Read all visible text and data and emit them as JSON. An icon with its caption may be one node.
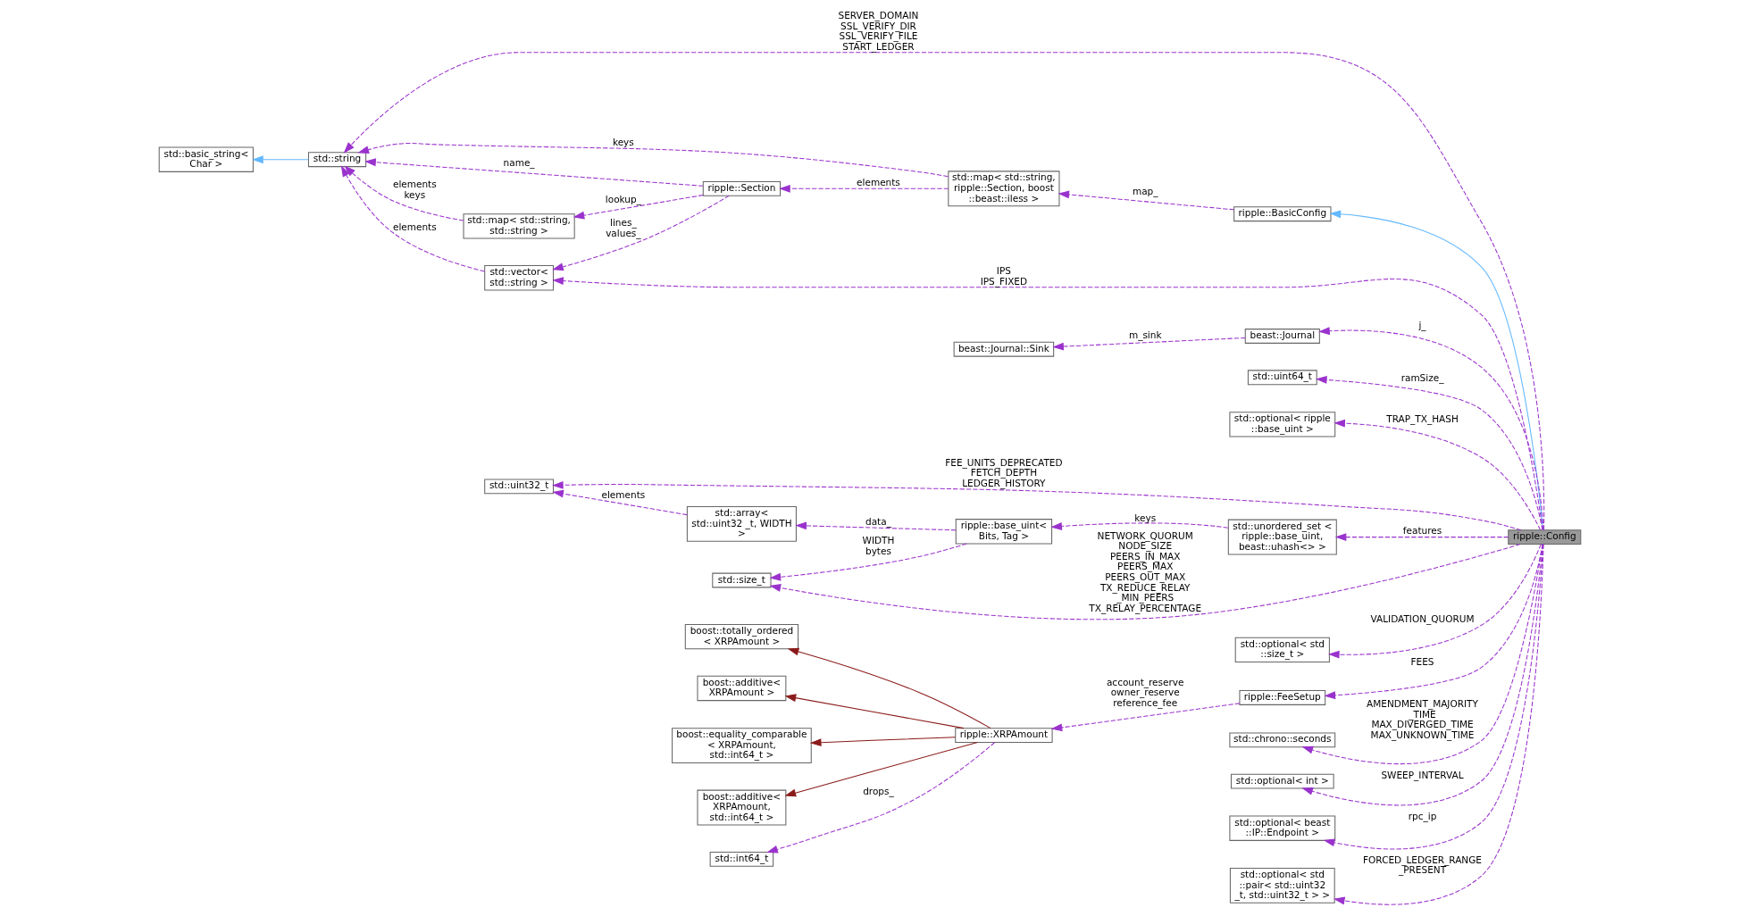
{
  "diagram": {
    "nodes": [
      {
        "text": [
          "ripple::Config"
        ]
      },
      {
        "text": [
          "ripple::BasicConfig"
        ]
      },
      {
        "text": [
          "std::map< std::string, ripple::Section, boost ::beast::iless >"
        ]
      },
      {
        "text": [
          "ripple::Section"
        ]
      },
      {
        "text": [
          "std::string"
        ]
      },
      {
        "text": [
          "std::basic_string< Char >"
        ]
      },
      {
        "text": [
          "std::map< std::string, std::string >"
        ]
      },
      {
        "text": [
          "std::vector< std::string >"
        ]
      },
      {
        "text": [
          "beast::Journal"
        ]
      },
      {
        "text": [
          "beast::Journal::Sink"
        ]
      },
      {
        "text": [
          "std::uint64_t"
        ]
      },
      {
        "text": [
          "std::optional< ripple ::base_uint >"
        ]
      },
      {
        "text": [
          "std::uint32_t"
        ]
      },
      {
        "text": [
          "std::array< std::uint32 _t, WIDTH >"
        ]
      },
      {
        "text": [
          "ripple::base_uint< Bits, Tag >"
        ]
      },
      {
        "text": [
          "std::unordered_set < ripple::base_uint, beast::uhash<> >"
        ]
      },
      {
        "text": [
          "std::size_t"
        ]
      },
      {
        "text": [
          "std::optional< std ::size_t >"
        ]
      },
      {
        "text": [
          "ripple::FeeSetup"
        ]
      },
      {
        "text": [
          "ripple::XRPAmount"
        ]
      },
      {
        "text": [
          "boost::totally_ordered < XRPAmount >"
        ]
      },
      {
        "text": [
          "boost::additive< XRPAmount >"
        ]
      },
      {
        "text": [
          "boost::equality_comparable < XRPAmount, std::int64_t >"
        ]
      },
      {
        "text": [
          "boost::additive< XRPAmount, std::int64_t >"
        ]
      },
      {
        "text": [
          "std::int64_t"
        ]
      },
      {
        "text": [
          "std::chrono::seconds"
        ]
      },
      {
        "text": [
          "std::optional< int >"
        ]
      },
      {
        "text": [
          "std::optional< beast ::IP::Endpoint >"
        ]
      },
      {
        "text": [
          "std::optional< std ::pair< std::uint32 _t, std::uint32_t > >"
        ]
      }
    ],
    "edges": [
      {
        "from": 0,
        "to": 4,
        "arrow": "to",
        "style": "dashed",
        "label": "SERVER_DOMAIN SSL_VERIFY_DIR SSL_VERIFY_FILE START_LEDGER"
      },
      {
        "from": 0,
        "to": 1,
        "arrow": "to",
        "color": "#63b8ff"
      },
      {
        "from": 1,
        "to": 2,
        "arrow": "to",
        "style": "dashed",
        "label": "map_"
      },
      {
        "from": 2,
        "to": 4,
        "arrow": "to",
        "style": "dashed",
        "label": "keys"
      },
      {
        "from": 2,
        "to": 3,
        "arrow": "to",
        "style": "dashed",
        "label": "elements"
      },
      {
        "from": 3,
        "to": 4,
        "arrow": "to",
        "style": "dashed",
        "label": "name_"
      },
      {
        "from": 3,
        "to": 6,
        "arrow": "to",
        "style": "dashed",
        "label": "lookup_"
      },
      {
        "from": 3,
        "to": 7,
        "arrow": "to",
        "style": "dashed",
        "label": "lines_ values_"
      },
      {
        "from": 6,
        "to": 4,
        "arrow": "to",
        "style": "dashed",
        "label": "elements keys"
      },
      {
        "from": 7,
        "to": 4,
        "arrow": "to",
        "style": "dashed",
        "label": "elements"
      },
      {
        "from": 4,
        "to": 5,
        "arrow": "to",
        "color": "#63b8ff"
      },
      {
        "from": 0,
        "to": 7,
        "arrow": "to",
        "style": "dashed",
        "label": "IPS IPS_FIXED"
      },
      {
        "from": 0,
        "to": 8,
        "arrow": "to",
        "style": "dashed",
        "label": "j_"
      },
      {
        "from": 8,
        "to": 9,
        "arrow": "to",
        "style": "dashed",
        "label": "m_sink"
      },
      {
        "from": 0,
        "to": 10,
        "arrow": "to",
        "style": "dashed",
        "label": "ramSize_"
      },
      {
        "from": 0,
        "to": 11,
        "arrow": "to",
        "style": "dashed",
        "label": "TRAP_TX_HASH"
      },
      {
        "from": 0,
        "to": 12,
        "arrow": "to",
        "style": "dashed",
        "label": "FEE_UNITS_DEPRECATED FETCH_DEPTH LEDGER_HISTORY"
      },
      {
        "from": 13,
        "to": 12,
        "arrow": "to",
        "style": "dashed",
        "label": "elements"
      },
      {
        "from": 14,
        "to": 13,
        "arrow": "to",
        "style": "dashed",
        "label": "data_"
      },
      {
        "from": 14,
        "to": 16,
        "arrow": "to",
        "style": "dashed",
        "label": "WIDTH bytes"
      },
      {
        "from": 15,
        "to": 14,
        "arrow": "to",
        "style": "dashed",
        "label": "keys"
      },
      {
        "from": 0,
        "to": 15,
        "arrow": "to",
        "style": "dashed",
        "label": "features"
      },
      {
        "from": 0,
        "to": 16,
        "arrow": "to",
        "style": "dashed",
        "label": "NETWORK_QUORUM NODE_SIZE PEERS_IN_MAX PEERS_MAX PEERS_OUT_MAX TX_REDUCE_RELAY _MIN_PEERS TX_RELAY_PERCENTAGE"
      },
      {
        "from": 0,
        "to": 17,
        "arrow": "to",
        "style": "dashed",
        "label": "VALIDATION_QUORUM"
      },
      {
        "from": 0,
        "to": 18,
        "arrow": "to",
        "style": "dashed",
        "label": "FEES"
      },
      {
        "from": 18,
        "to": 19,
        "arrow": "to",
        "style": "dashed",
        "label": "account_reserve owner_reserve reference_fee"
      },
      {
        "from": 19,
        "to": 20,
        "arrow": "to",
        "color": "#8b1a1a"
      },
      {
        "from": 19,
        "to": 21,
        "arrow": "to",
        "color": "#8b1a1a"
      },
      {
        "from": 19,
        "to": 22,
        "arrow": "to",
        "color": "#8b1a1a"
      },
      {
        "from": 19,
        "to": 23,
        "arrow": "to",
        "color": "#8b1a1a"
      },
      {
        "from": 19,
        "to": 24,
        "arrow": "to",
        "style": "dashed",
        "label": "drops_"
      },
      {
        "from": 0,
        "to": 25,
        "arrow": "to",
        "style": "dashed",
        "label": "AMENDMENT_MAJORITY _TIME MAX_DIVERGED_TIME MAX_UNKNOWN_TIME"
      },
      {
        "from": 0,
        "to": 26,
        "arrow": "to",
        "style": "dashed",
        "label": "SWEEP_INTERVAL"
      },
      {
        "from": 0,
        "to": 27,
        "arrow": "to",
        "style": "dashed",
        "label": "rpc_ip"
      },
      {
        "from": 0,
        "to": 28,
        "arrow": "to",
        "style": "dashed",
        "label": "FORCED_LEDGER_RANGE _PRESENT"
      }
    ]
  }
}
